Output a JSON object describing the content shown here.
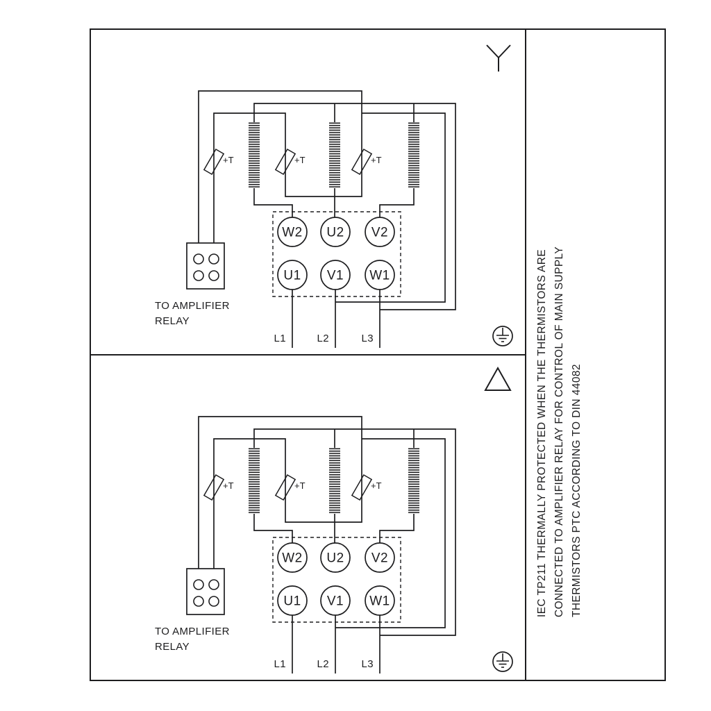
{
  "note": {
    "line1": "IEC TP211 THERMALLY PROTECTED WHEN THE THERMISTORS ARE",
    "line2": "CONNECTED TO AMPLIFIER RELAY FOR CONTROL OF MAIN SUPPLY",
    "line3": "THERMISTORS PTC ACCORDING TO DIN 44082"
  },
  "panels": [
    {
      "name": "star",
      "connection_symbol": "wye",
      "terminals_top": [
        "W2",
        "U2",
        "V2"
      ],
      "terminals_bottom": [
        "U1",
        "V1",
        "W1"
      ],
      "supply_lines": [
        "L1",
        "L2",
        "L3"
      ],
      "thermistor_labels": [
        "+T",
        "+T",
        "+T"
      ],
      "relay_caption_line1": "TO AMPLIFIER",
      "relay_caption_line2": "RELAY"
    },
    {
      "name": "delta",
      "connection_symbol": "delta",
      "terminals_top": [
        "W2",
        "U2",
        "V2"
      ],
      "terminals_bottom": [
        "U1",
        "V1",
        "W1"
      ],
      "supply_lines": [
        "L1",
        "L2",
        "L3"
      ],
      "thermistor_labels": [
        "+T",
        "+T",
        "+T"
      ],
      "relay_caption_line1": "TO AMPLIFIER",
      "relay_caption_line2": "RELAY"
    }
  ],
  "colors": {
    "line": "#1d1d1f",
    "background": "#ffffff"
  }
}
